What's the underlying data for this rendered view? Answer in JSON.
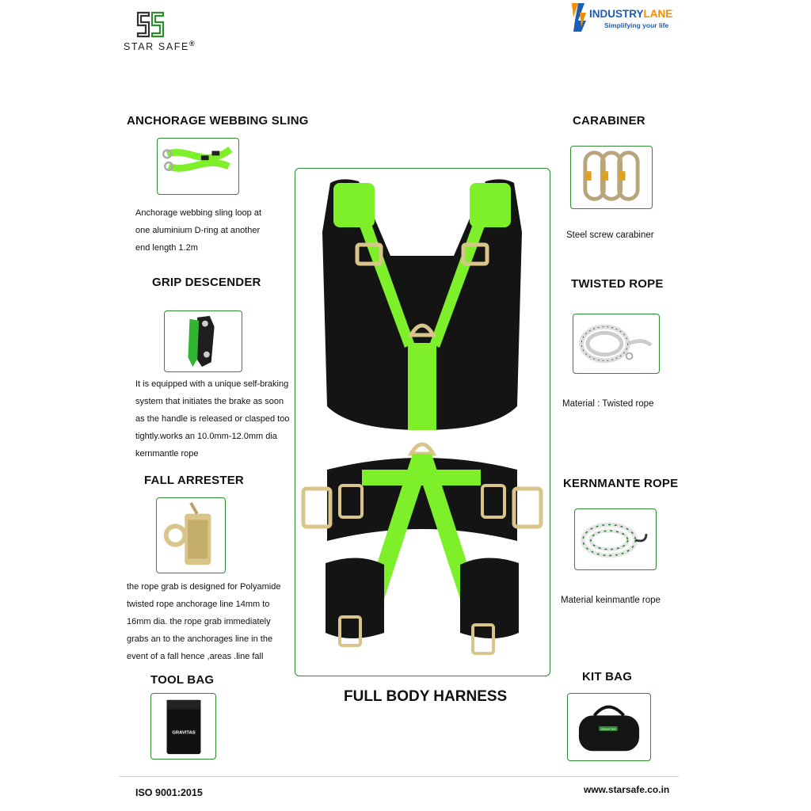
{
  "brand": {
    "name": "STAR SAFE",
    "registered": "®",
    "partner_name_a": "INDUSTRY",
    "partner_name_b": "LANE",
    "partner_tagline": "Simplifying your life",
    "colors": {
      "brand_green": "#2e8b2e",
      "harness_green": "#7ef02a",
      "partner_orange": "#f28c00",
      "partner_blue": "#1a5db3"
    }
  },
  "items": {
    "sling": {
      "title": "ANCHORAGE WEBBING SLING",
      "lines": [
        "Anchorage webbing sling loop at",
        "one aluminium  D-ring at another",
        "end length 1.2m"
      ]
    },
    "descender": {
      "title": "GRIP DESCENDER",
      "lines": [
        "It is equipped with a unique self-braking",
        "system that initiates the brake as soon",
        "as the handle is released or clasped too",
        "tightly.works an 10.0mm-12.0mm dia",
        "kernmantle rope"
      ]
    },
    "arrester": {
      "title": "FALL ARRESTER",
      "lines": [
        "the rope grab  is designed for Polyamide",
        "twisted rope anchorage line 14mm to",
        "16mm dia. the rope grab immediately",
        "grabs an to the anchorages line in the",
        "event of a fall hence ,areas .line fall"
      ]
    },
    "toolbag": {
      "title": "TOOL BAG",
      "print": "GRAVITAS"
    },
    "carabiner": {
      "title": "CARABINER",
      "caption": "Steel screw carabiner"
    },
    "twisted": {
      "title": "TWISTED ROPE",
      "caption": "Material : Twisted rope"
    },
    "kernmante": {
      "title": "KERNMANTE ROPE",
      "caption": "Material keinmantle rope"
    },
    "kitbag": {
      "title": "KIT BAG",
      "print": "GRAVITAS"
    }
  },
  "main": {
    "title": "FULL BODY HARNESS"
  },
  "footer": {
    "iso": "ISO 9001:2015",
    "website": "www.starsafe.co.in"
  }
}
